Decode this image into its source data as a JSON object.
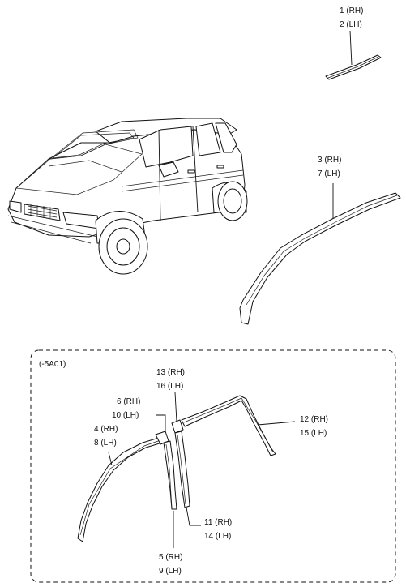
{
  "callouts": {
    "part_1_2": [
      "1 (RH)",
      "2 (LH)"
    ],
    "part_3_7": [
      "3 (RH)",
      "7 (LH)"
    ],
    "variant_code": "(-5A01)",
    "part_13_16": [
      "13 (RH)",
      "16 (LH)"
    ],
    "part_6_10": [
      "6 (RH)",
      "10 (LH)"
    ],
    "part_4_8": [
      "4 (RH)",
      "8 (LH)"
    ],
    "part_12_15": [
      "12 (RH)",
      "15 (LH)"
    ],
    "part_11_14": [
      "11 (RH)",
      "14 (LH)"
    ],
    "part_5_9": [
      "5 (RH)",
      "9 (LH)"
    ]
  }
}
